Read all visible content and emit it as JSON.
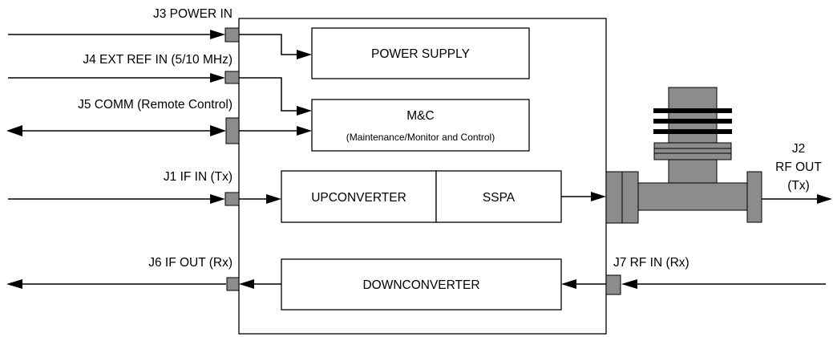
{
  "connectors": {
    "j3": "J3 POWER IN",
    "j4": "J4 EXT REF IN (5/10 MHz)",
    "j5": "J5 COMM (Remote Control)",
    "j1": "J1 IF IN (Tx)",
    "j6": "J6 IF OUT (Rx)",
    "j7": "J7 RF IN (Rx)",
    "j2_line1": "J2",
    "j2_line2": "RF OUT",
    "j2_line3": "(Tx)"
  },
  "blocks": {
    "power_supply": "POWER SUPPLY",
    "mc_title": "M&C",
    "mc_subtitle": "(Maintenance/Monitor and Control)",
    "upconverter": "UPCONVERTER",
    "sspa": "SSPA",
    "downconverter": "DOWNCONVERTER"
  },
  "colors": {
    "port_fill": "#8c8c8c",
    "line": "#000000"
  }
}
